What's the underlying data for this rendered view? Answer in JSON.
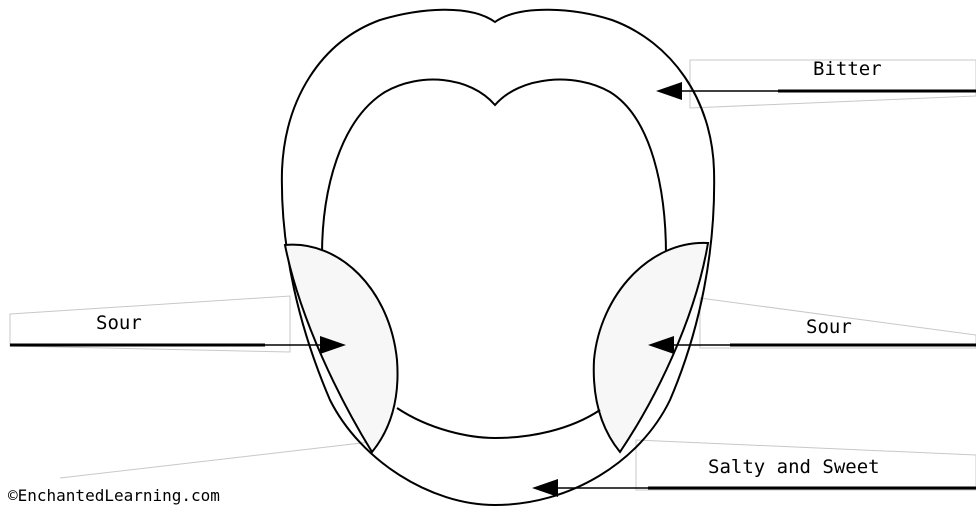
{
  "labels": {
    "bitter": "Bitter",
    "sour_left": "Sour",
    "sour_right": "Sour",
    "salty_sweet": "Salty and Sweet"
  },
  "credit": "©EnchantedLearning.com",
  "colors": {
    "stroke": "#000000",
    "region_fill": "#f7f7f7",
    "background": "#ffffff"
  }
}
